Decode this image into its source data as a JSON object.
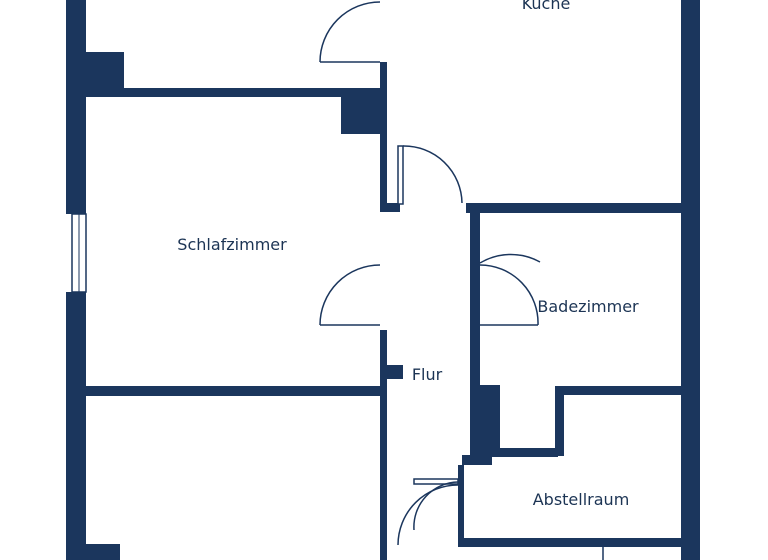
{
  "colors": {
    "wall": "#1b365d",
    "background": "#ffffff",
    "text": "#1c3454"
  },
  "rooms": {
    "kueche": "Küche",
    "schlafzimmer": "Schlafzimmer",
    "badezimmer": "Badezimmer",
    "flur": "Flur",
    "abstellraum": "Abstellraum"
  }
}
